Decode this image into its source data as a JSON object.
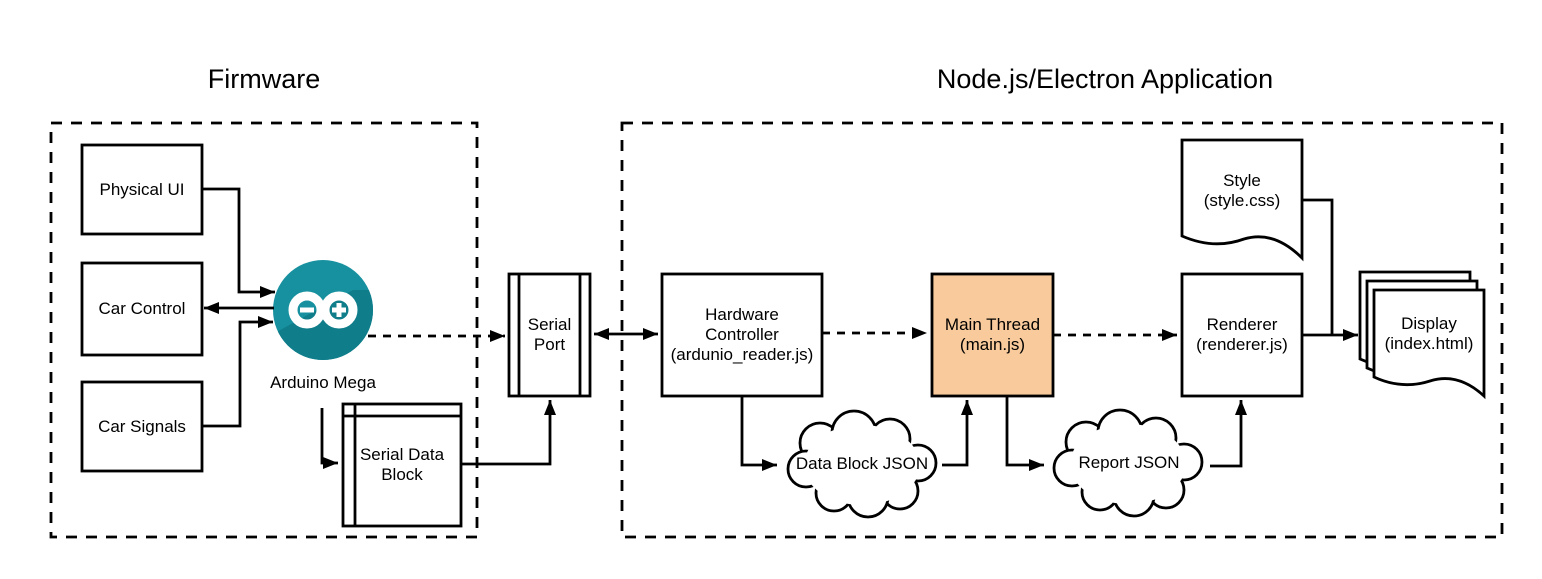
{
  "diagram": {
    "sections": {
      "firmware": {
        "title": "Firmware"
      },
      "electron": {
        "title": "Node.js/Electron Application"
      }
    },
    "nodes": {
      "physical_ui": {
        "label": "Physical UI"
      },
      "car_control": {
        "label": "Car Control"
      },
      "car_signals": {
        "label": "Car Signals"
      },
      "arduino": {
        "label": "Arduino Mega"
      },
      "serial_data_block": {
        "label": "Serial Data Block"
      },
      "serial_port": {
        "label": "Serial Port"
      },
      "hardware_controller": {
        "label": "Hardware Controller",
        "sublabel": "(ardunio_reader.js)"
      },
      "main_thread": {
        "label": "Main Thread",
        "sublabel": "(main.js)"
      },
      "renderer": {
        "label": "Renderer",
        "sublabel": "(renderer.js)"
      },
      "style": {
        "label": "Style",
        "sublabel": "(style.css)"
      },
      "display": {
        "label": "Display",
        "sublabel": "(index.html)"
      },
      "data_block_json": {
        "label": "Data Block JSON"
      },
      "report_json": {
        "label": "Report JSON"
      }
    },
    "colors": {
      "line": "#000000",
      "main_thread_fill": "#F9CB9C",
      "arduino_teal": "#17919F",
      "arduino_teal_shadow": "#0F7D8A"
    }
  }
}
